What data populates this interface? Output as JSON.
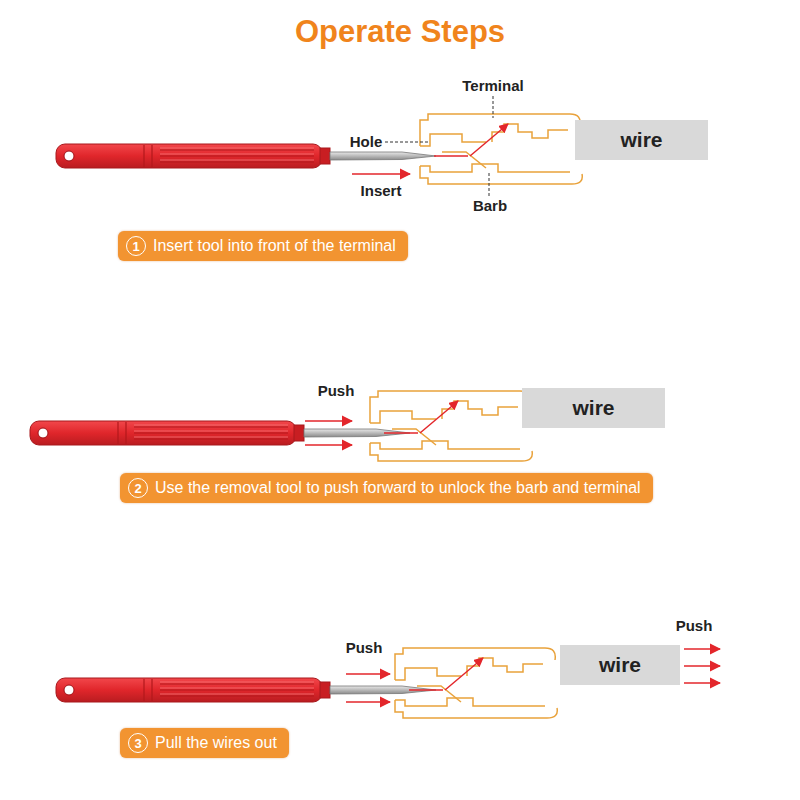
{
  "diagram": {
    "title": "Operate Steps",
    "nodes": [
      {
        "text": [
          "wire"
        ]
      },
      {
        "text": [
          "1",
          "Insert tool into front of the terminal"
        ]
      },
      {
        "text": [
          "wire"
        ]
      },
      {
        "text": [
          "2",
          "Use the removal tool to push forward to unlock the barb and terminal"
        ]
      },
      {
        "text": [
          "wire"
        ]
      },
      {
        "text": [
          "3",
          "Pull the wires out"
        ]
      }
    ],
    "labels": [
      "Terminal",
      "Hole",
      "Insert",
      "Barb",
      "Push",
      "Push",
      "Push"
    ]
  }
}
